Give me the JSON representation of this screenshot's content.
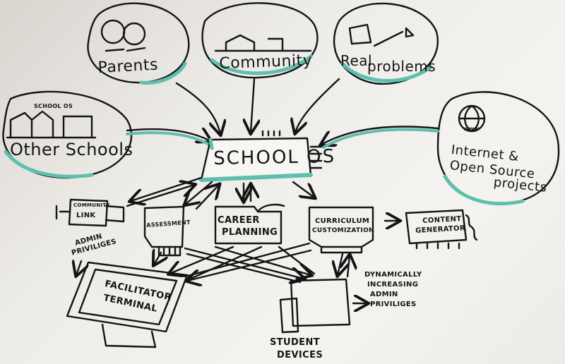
{
  "colors": {
    "ink": "#141414",
    "accent": "#5fbfae",
    "paper": "#f1f0ec"
  },
  "sources": {
    "parents": "Parents",
    "community": "Community",
    "real_problems_1": "Real",
    "real_problems_2": "problems",
    "other_schools": "Other Schools",
    "other_schools_note": "SCHOOL OS",
    "internet_1": "Internet &",
    "internet_2": "Open Source",
    "internet_3": "projects",
    "www": "www"
  },
  "core": {
    "title": "SCHOOL OS"
  },
  "modules": {
    "community_link_1": "COMMUNITY",
    "community_link_2": "LINK",
    "assessment": "ASSESSMENT",
    "career_1": "CAREER",
    "career_2": "PLANNING",
    "curriculum_1": "CURRICULUM",
    "curriculum_2": "CUSTOMIZATION",
    "content_1": "CONTENT",
    "content_2": "GENERATOR"
  },
  "endpoints": {
    "admin_1": "ADMIN",
    "admin_2": "PRIVILIGES",
    "facilitator_1": "FACILITATOR",
    "facilitator_2": "TERMINAL",
    "student_1": "STUDENT",
    "student_2": "DEVICES",
    "dyn_1": "DYNAMICALLY",
    "dyn_2": "INCREASING",
    "dyn_3": "ADMIN",
    "dyn_4": "PRIVILIGES"
  }
}
